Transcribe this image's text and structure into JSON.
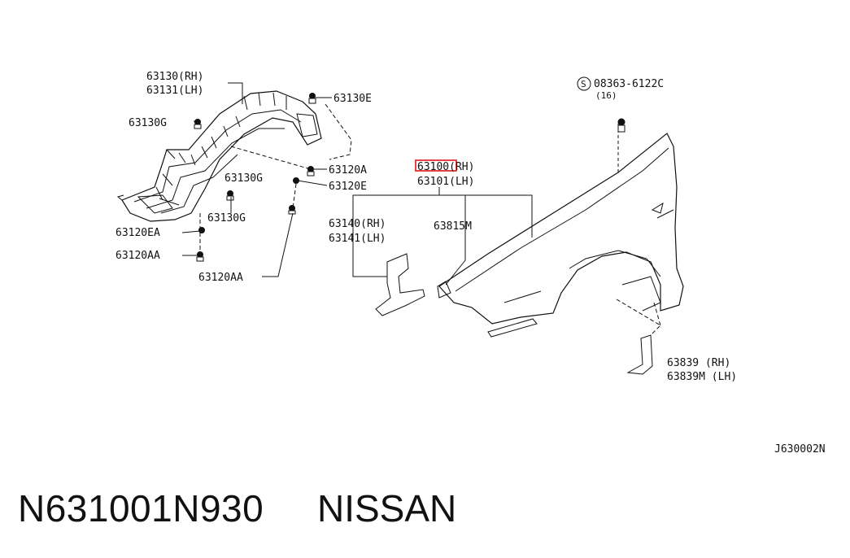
{
  "labels": {
    "inner_rh": "63130(RH)",
    "inner_lh": "63131(LH)",
    "clip_e_top": "63130E",
    "clip_g_left": "63130G",
    "clip_g_mid": "63130G",
    "clip_g_low": "63130G",
    "screw_a": "63120A",
    "clip_e_mid": "63120E",
    "screw_ea": "63120EA",
    "screw_aa_left": "63120AA",
    "screw_aa_low": "63120AA",
    "fender_rh": "63100(RH)",
    "fender_lh": "63101(LH)",
    "bracket_rh": "63140(RH)",
    "bracket_lh": "63141(LH)",
    "seal": "63815M",
    "bolt": "08363-6122C",
    "bolt_s": "S",
    "bolt_qty": "(16)",
    "cover_rh": "63839 (RH)",
    "cover_lh": "63839M (LH)",
    "drawing_id": "J630002N"
  },
  "highlight_color": "#e0161b",
  "footer": {
    "part_number": "N631001N930",
    "brand": "NISSAN"
  }
}
